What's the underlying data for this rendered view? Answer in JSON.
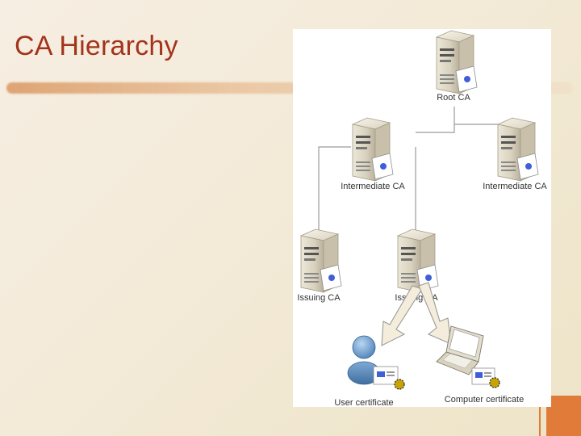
{
  "slide": {
    "title": "CA Hierarchy"
  },
  "diagram": {
    "root": {
      "label": "Root CA"
    },
    "intermediate_left": {
      "label": "Intermediate CA"
    },
    "intermediate_right": {
      "label": "Intermediate CA"
    },
    "issuing_left": {
      "label": "Issuing CA"
    },
    "issuing_right": {
      "label": "Issuing CA"
    },
    "user_cert": {
      "label": "User certificate"
    },
    "computer_cert": {
      "label": "Computer certificate"
    }
  },
  "colors": {
    "title": "#a3341b",
    "accent": "#e07b39",
    "connector": "#9a9a9a",
    "arrow_fill": "#f4eddc",
    "arrow_stroke": "#9a9a9a"
  }
}
